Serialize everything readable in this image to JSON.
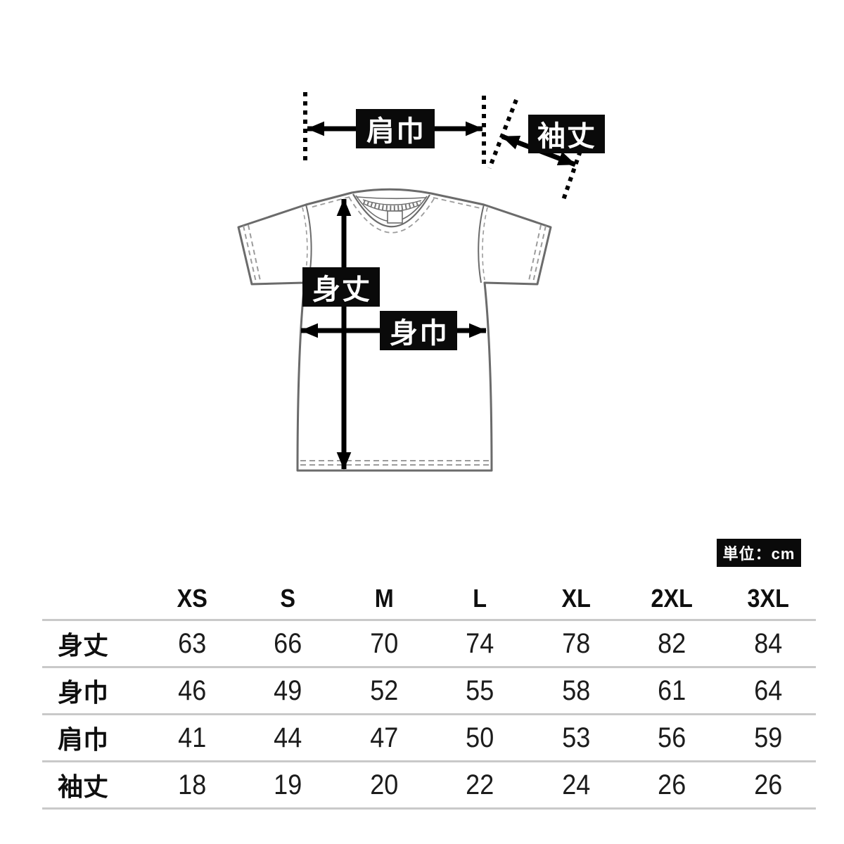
{
  "diagram": {
    "labels": {
      "shoulder_width": "肩巾",
      "sleeve_length": "袖丈",
      "body_length": "身丈",
      "body_width": "身巾"
    }
  },
  "unit_badge": {
    "text": "単位：cm"
  },
  "size_table": {
    "columns": [
      "XS",
      "S",
      "M",
      "L",
      "XL",
      "2XL",
      "3XL"
    ],
    "rows": [
      {
        "label": "身丈",
        "values": [
          "63",
          "66",
          "70",
          "74",
          "78",
          "82",
          "84"
        ]
      },
      {
        "label": "身巾",
        "values": [
          "46",
          "49",
          "52",
          "55",
          "58",
          "61",
          "64"
        ]
      },
      {
        "label": "肩巾",
        "values": [
          "41",
          "44",
          "47",
          "50",
          "53",
          "56",
          "59"
        ]
      },
      {
        "label": "袖丈",
        "values": [
          "18",
          "19",
          "20",
          "22",
          "24",
          "26",
          "26"
        ]
      }
    ]
  },
  "colors": {
    "label_box": "#0a0a0a",
    "label_text": "#ffffff",
    "outline_gray": "#6b6b6b",
    "stitch_gray": "#9b9b9b",
    "divider_gray": "#c9c9c9",
    "annotation_black": "#000000"
  }
}
